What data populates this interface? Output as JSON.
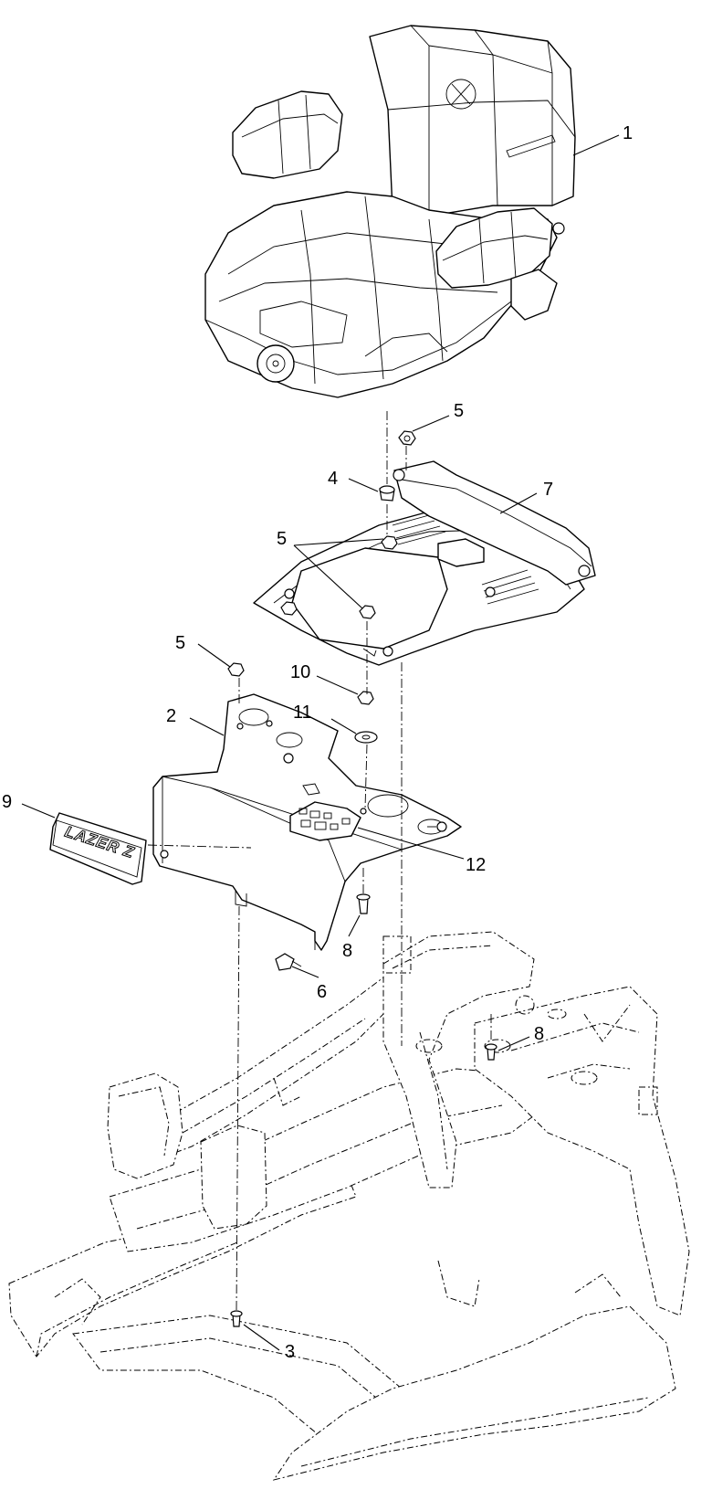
{
  "callouts": {
    "c1": "1",
    "c2": "2",
    "c3": "3",
    "c4": "4",
    "c5a": "5",
    "c5b": "5",
    "c5c": "5",
    "c6": "6",
    "c7": "7",
    "c8a": "8",
    "c8b": "8",
    "c9": "9",
    "c10": "10",
    "c11": "11",
    "c12": "12"
  },
  "decal_text": "LAZER Z"
}
